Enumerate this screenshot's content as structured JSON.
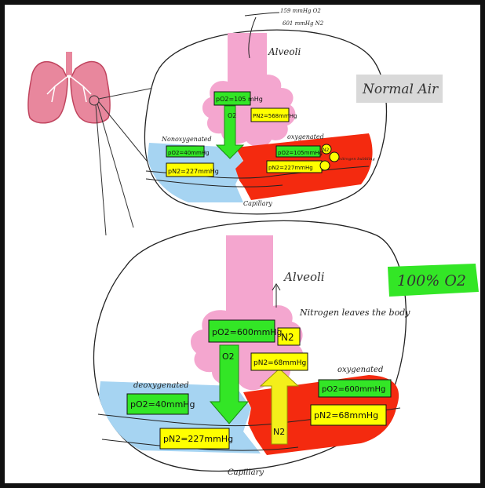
{
  "top_panel": {
    "annotation_o2": "159 mmHg O2",
    "annotation_n2": "601 mmHg N2",
    "alveoli_label": "Alveoli",
    "condition_label": "Normal Air",
    "alveolar_po2": "pO2=105 mHg",
    "alveolar_pn2": "PN2=568mmHg",
    "o2_arrow_label": "O2",
    "left_region_label": "Nonoxygenated",
    "left_po2": "pO2=40mmHg",
    "left_pn2": "pN2=227mmHg",
    "right_region_label": "oxygenated",
    "right_po2": "pO2=105mmHg",
    "right_pn2": "pN2=227mmHg",
    "n2_bubble_label": "N2",
    "bubble_note": "nitrogen bubbling",
    "capillary_label": "Capillary"
  },
  "bottom_panel": {
    "alveoli_label": "Alveoli",
    "condition_label": "100% O2",
    "note": "Nitrogen leaves the body",
    "alveolar_po2": "pO2=600mmHg",
    "n2_label": "N2",
    "o2_arrow_label": "O2",
    "pn2_box": "pN2=68mmHg",
    "n2_arrow_label": "N2",
    "left_region_label": "deoxygenated",
    "left_po2": "pO2=40mmHg",
    "left_pn2": "pN2=227mmHg",
    "right_region_label": "oxygenated",
    "right_po2": "pO2=600mmHg",
    "right_pn2": "pN2=68mmHg",
    "capillary_label": "Capillary"
  },
  "colors": {
    "alveoli": "#f4a6cf",
    "arrow_green": "#33e626",
    "arrow_yellow": "#f4ef1a",
    "box_yellow": "#ffff00",
    "oxygenated_red": "#f42a0f",
    "deoxygenated_blue": "#a6d4f2",
    "lung": "#e8879d"
  }
}
